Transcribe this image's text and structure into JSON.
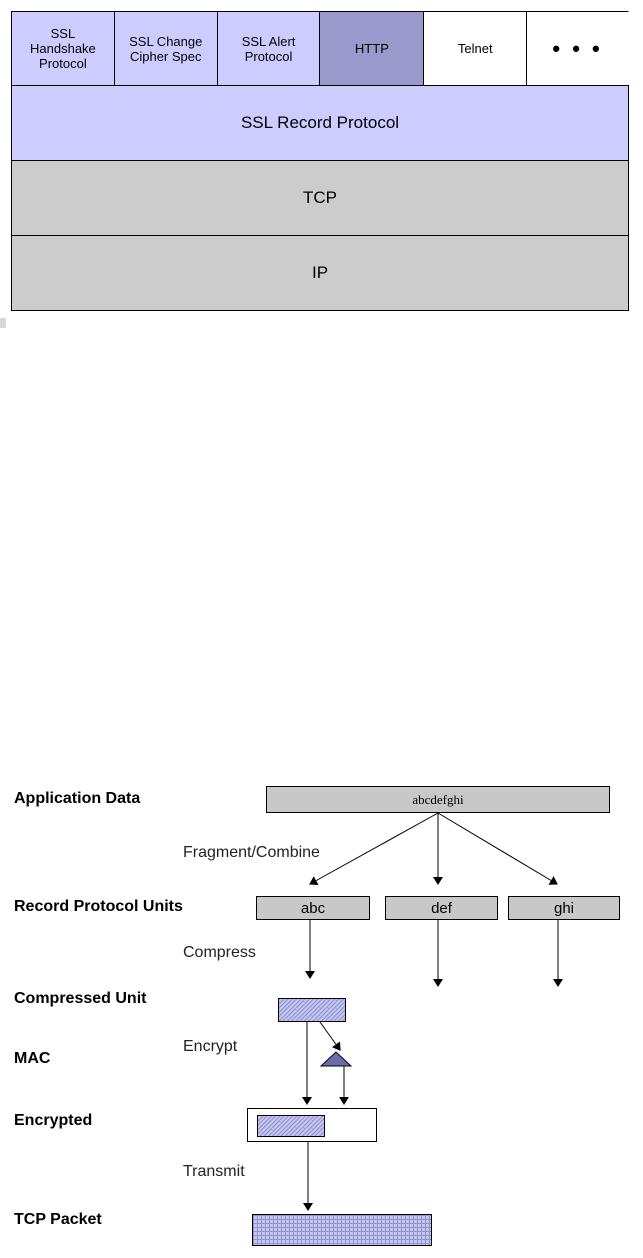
{
  "stack": {
    "top_row": [
      {
        "label": "SSL\nHandshake\nProtocol",
        "color": "#ccccff"
      },
      {
        "label": "SSL Change\nCipher Spec",
        "color": "#ccccff"
      },
      {
        "label": "SSL Alert\nProtocol",
        "color": "#ccccff"
      },
      {
        "label": "HTTP",
        "color": "#9999cc"
      },
      {
        "label": "Telnet",
        "color": "#ffffff"
      },
      {
        "label": "• • •",
        "color": "#ffffff"
      }
    ],
    "layers": [
      {
        "label": "SSL Record Protocol",
        "color": "#ccccff"
      },
      {
        "label": "TCP",
        "color": "#cccccc"
      },
      {
        "label": "IP",
        "color": "#cccccc"
      }
    ]
  },
  "flow": {
    "rows": {
      "application_data": "Application Data",
      "record_units": "Record Protocol Units",
      "compressed_unit": "Compressed Unit",
      "mac": "MAC",
      "encrypted": "Encrypted",
      "tcp_packet": "TCP Packet"
    },
    "steps": {
      "fragment": "Fragment/Combine",
      "compress": "Compress",
      "encrypt": "Encrypt",
      "transmit": "Transmit"
    },
    "data_boxes": {
      "application": "abcdefghi",
      "unit_1": "abc",
      "unit_2": "def",
      "unit_3": "ghi"
    },
    "colors": {
      "gray_fill": "#c8c8c8",
      "hatch_fill": "#c4c6ee",
      "mac_fill": "#6a6ea8"
    }
  }
}
